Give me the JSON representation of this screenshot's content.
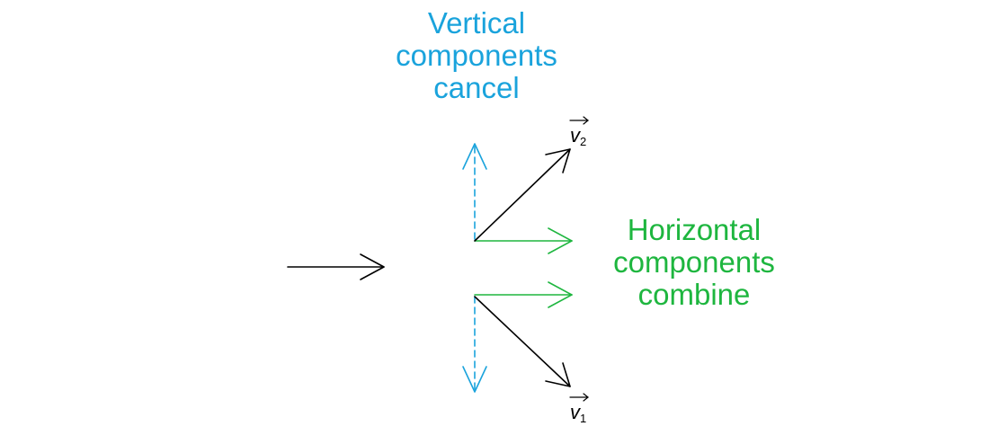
{
  "colors": {
    "vertical": "#1aa3dc",
    "horizontal": "#1eb63f",
    "vector": "#000000"
  },
  "vertical_label": {
    "lines": [
      "Vertical",
      "components",
      "cancel"
    ]
  },
  "horizontal_label": {
    "lines": [
      "Horizontal",
      "components",
      "combine"
    ]
  },
  "vectors": {
    "v2": {
      "letter": "v",
      "subscript": "2"
    },
    "v1": {
      "letter": "v",
      "subscript": "1"
    }
  }
}
